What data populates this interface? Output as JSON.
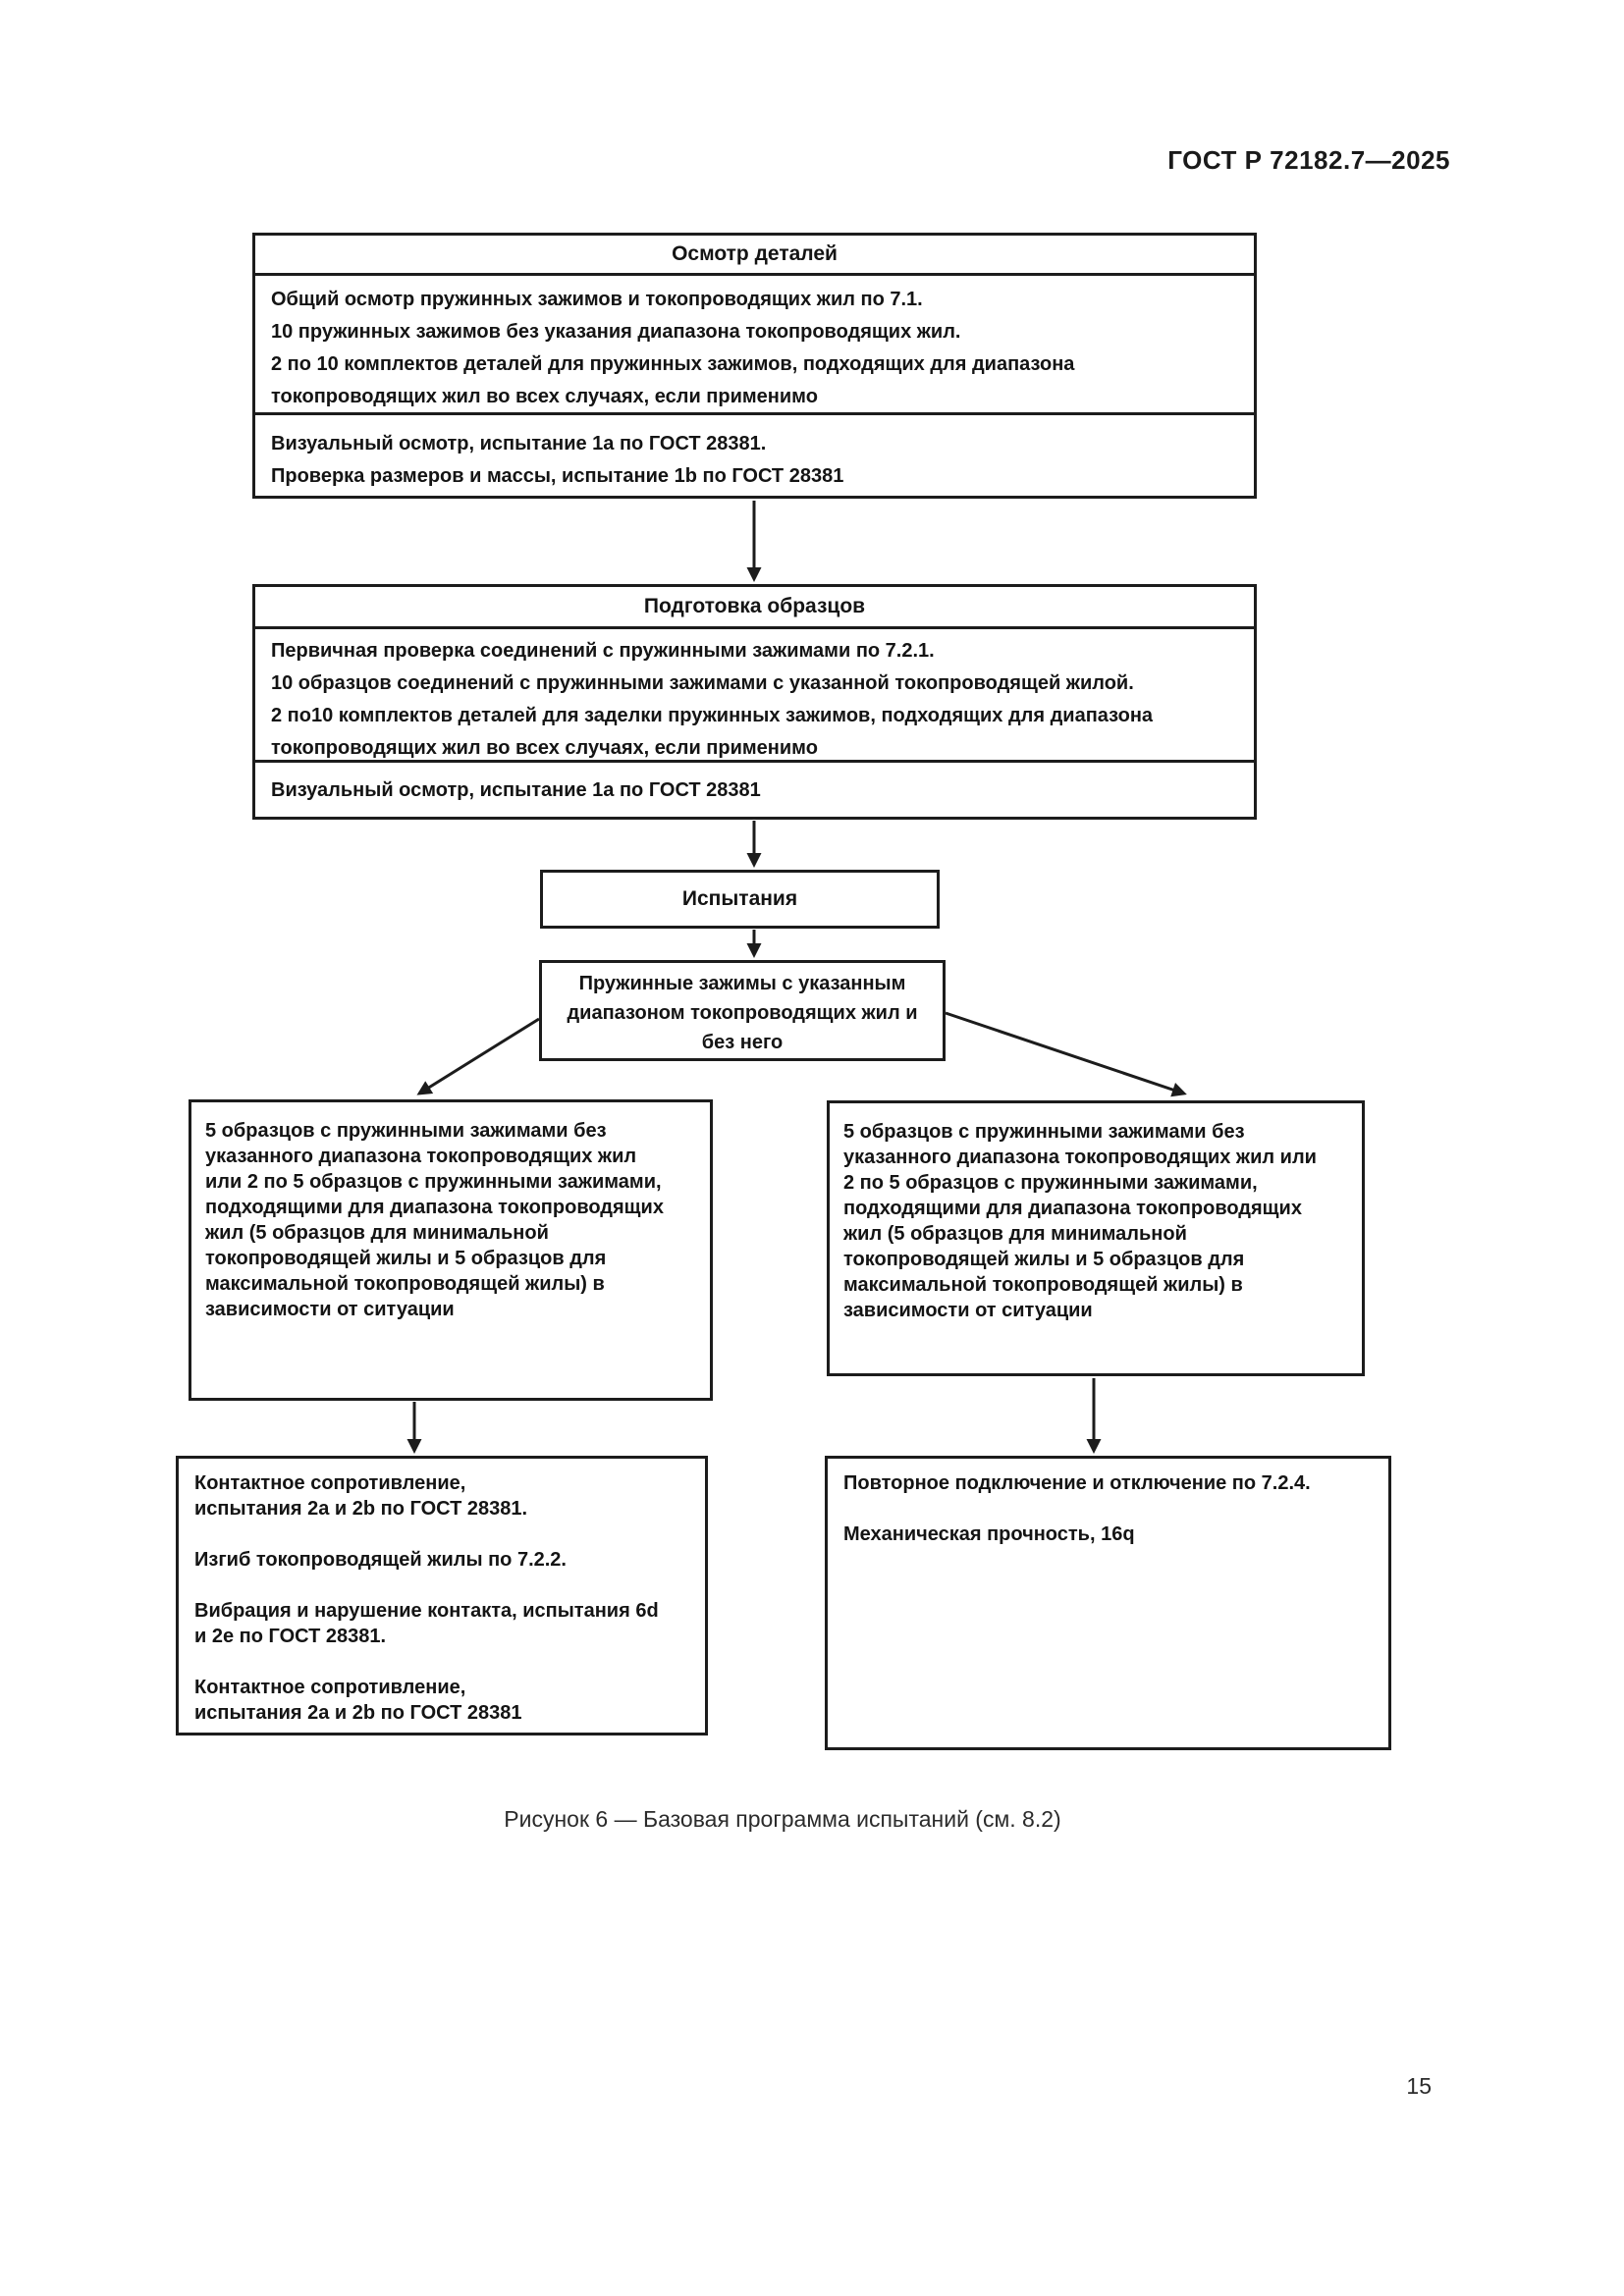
{
  "page": {
    "header": "ГОСТ Р 72182.7—2025",
    "caption": "Рисунок 6 — Базовая программа испытаний (см. 8.2)",
    "page_number": "15"
  },
  "flowchart": {
    "inspection": {
      "title": "Осмотр деталей",
      "body": "Общий осмотр пружинных зажимов и токопроводящих жил по 7.1.\n10 пружинных зажимов без указания диапазона токопроводящих жил.\n2 по 10 комплектов деталей для пружинных зажимов, подходящих для диапазона\nтокопроводящих жил во всех случаях, если применимо",
      "tests": "Визуальный осмотр, испытание 1а по ГОСТ 28381.\nПроверка размеров и массы, испытание 1b по ГОСТ 28381"
    },
    "preparation": {
      "title": "Подготовка образцов",
      "body": "Первичная проверка соединений с пружинными зажимами по 7.2.1.\n10 образцов соединений с пружинными зажимами с указанной токопроводящей жилой.\n2 по10 комплектов деталей для заделки пружинных зажимов, подходящих для диапазона\nтокопроводящих жил во всех случаях, если применимо",
      "tests": "Визуальный осмотр, испытание 1а по ГОСТ 28381"
    },
    "tests_label": "Испытания",
    "clamps_branch": "Пружинные зажимы с указанным\nдиапазоном токопроводящих жил и\nбез него",
    "left_samples": "5 образцов с пружинными зажимами без\nуказанного диапазона токопроводящих жил\nили 2 по 5 образцов с пружинными зажимами,\nподходящими для диапазона токопроводящих\nжил (5 образцов для минимальной\nтокопроводящей жилы и 5 образцов для\nмаксимальной токопроводящей жилы) в\nзависимости от ситуации",
    "right_samples": "5 образцов с пружинными зажимами без\nуказанного диапазона токопроводящих жил или\n2 по 5 образцов с пружинными зажимами,\nподходящими для диапазона токопроводящих\nжил (5 образцов для минимальной\nтокопроводящей жилы и 5 образцов для\nмаксимальной токопроводящей жилы) в\nзависимости от ситуации",
    "left_tests": "Контактное сопротивление,\nиспытания 2а и 2b по ГОСТ 28381.\n\nИзгиб токопроводящей жилы по 7.2.2.\n\nВибрация и нарушение контакта, испытания 6d\nи 2е по ГОСТ 28381.\n\nКонтактное сопротивление,\nиспытания 2а и 2b по ГОСТ 28381",
    "right_tests": "Повторное подключение и отключение по 7.2.4.\n\nМеханическая прочность, 16q"
  }
}
